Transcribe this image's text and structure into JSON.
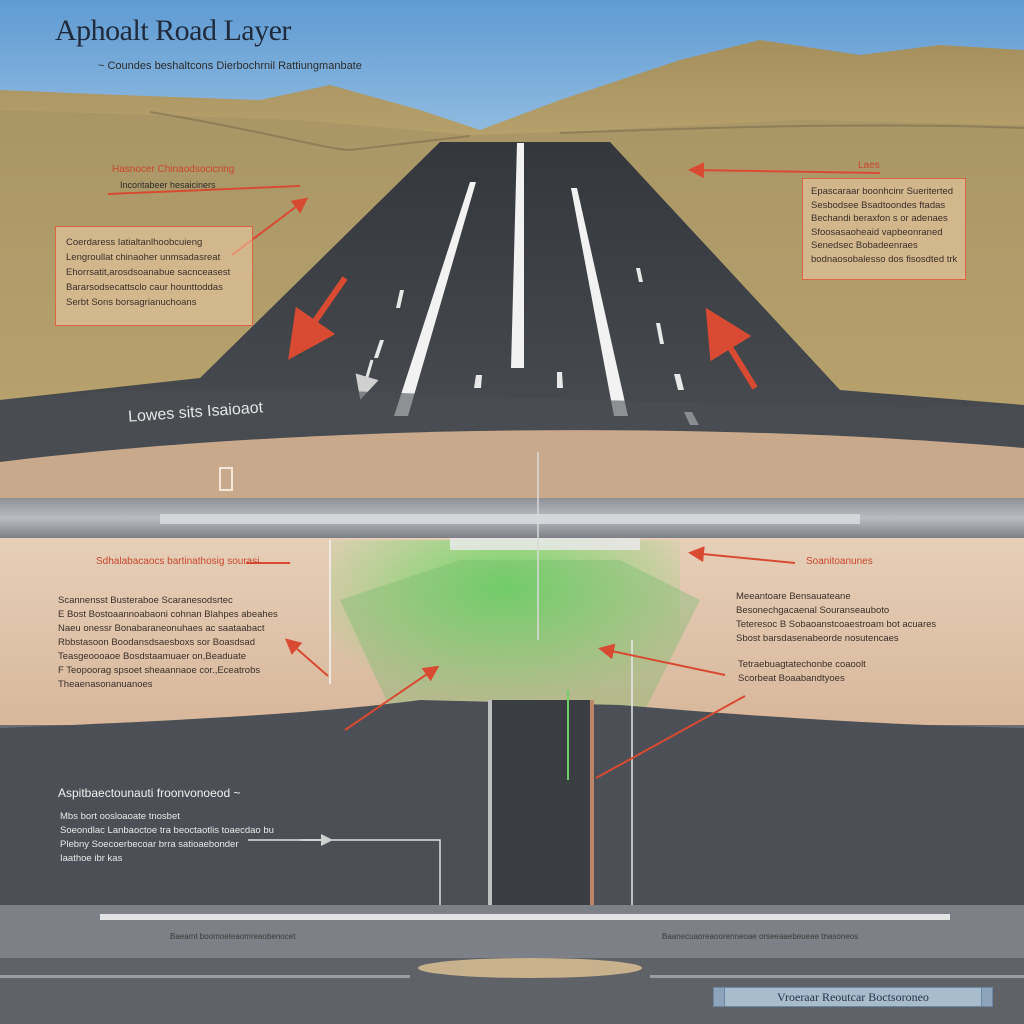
{
  "title": "Aphoalt Road Layer",
  "subtitle": "~ Coundes beshaltcons Dierbochrnil Rattiungmanbate",
  "upper": {
    "left_label": "Hasnocer Chinaodsocicring",
    "left_sublabel": "Incoritabeer hesaiciners",
    "left_box": [
      "Coerdaress Iatialtanlhoobcuieng",
      "Lengroullat chinaoher unmsadasreat",
      "Ehorrsatit,arosdsoanabue sacnceasest",
      "Bararsodsecattsclo caur hounttoddas",
      "Serbt Sons borsagrianuchoans"
    ],
    "right_label": "Laes",
    "right_box": [
      "Epascaraar boonhcinr Sueriterted",
      "Sesbodsee Bsadtoondes ftadas",
      "Bechandi beraxfon s or adenaes",
      "Sfoosasaoheaid vapbeonraned",
      "Senedsec Bobadeenraes",
      "bodnaosobalesso dos fisosdted trk"
    ],
    "lower_label": "Lowes sits Isaioaot"
  },
  "middle": {
    "left_label": "Sdhalabacaocs bartinathosig sourasi",
    "left_para": [
      "Scannensst Busteraboe Scaranesodsrtec",
      "E Bost Bostoaannoabaoni cohnan Blahpes abeahes",
      "Naeu onessr Bonabaraneonuhaes ac saataabact",
      "Rbbstasoon Boodansdsaesboxs sor Boasdsad",
      "Teasgeoooaoe Bosdstaamuaer on,Beaduate",
      "F Teopoorag spsoet sheaannaoe cor.,Eceatrobs",
      "Theaenasonanuanoes"
    ],
    "right_label": "Soanitoanunes",
    "right_para": [
      "Meeantoare Bensauateane",
      "Besonechgacaenal Souranseauboto",
      "Teteresoc B Sobaoanstcoaestroam bot acuares",
      "Sbost barsdasenabeorde nosutencaes"
    ],
    "right_para2": [
      "Tetraebuagtatechonbe coaoolt",
      "Scorbeat Boaabandtyoes"
    ]
  },
  "lower": {
    "label": "Aspitbaectounauti froonvonoeod ~",
    "para": [
      "Mbs bort oosloaoate tnosbet",
      "Soeondlac Lanbaoctoe tra beoctaotlis toaecdao bu",
      "Plebny Soecoerbecoar brra satioaebonder",
      "Iaathoe ibr kas"
    ],
    "bottom_left_caption": "Baeamt boomoeteaomreaobenocet",
    "bottom_right_caption": "Baanecuaoreaoorenneoae orseeaaebeueae tnasoneos"
  },
  "footer_badge": "Vroeraar Reoutcar Boctsoroneo",
  "colors": {
    "sky": "#7fb2de",
    "hills": "#b29b6a",
    "asphalt": "#3c3f44",
    "soil": "#e2c7ae",
    "accent_red": "#d94a33",
    "accent_green": "#6fd06a",
    "label_orange": "#d9663f"
  },
  "icons": {
    "arrow": "red-arrow-icon"
  }
}
